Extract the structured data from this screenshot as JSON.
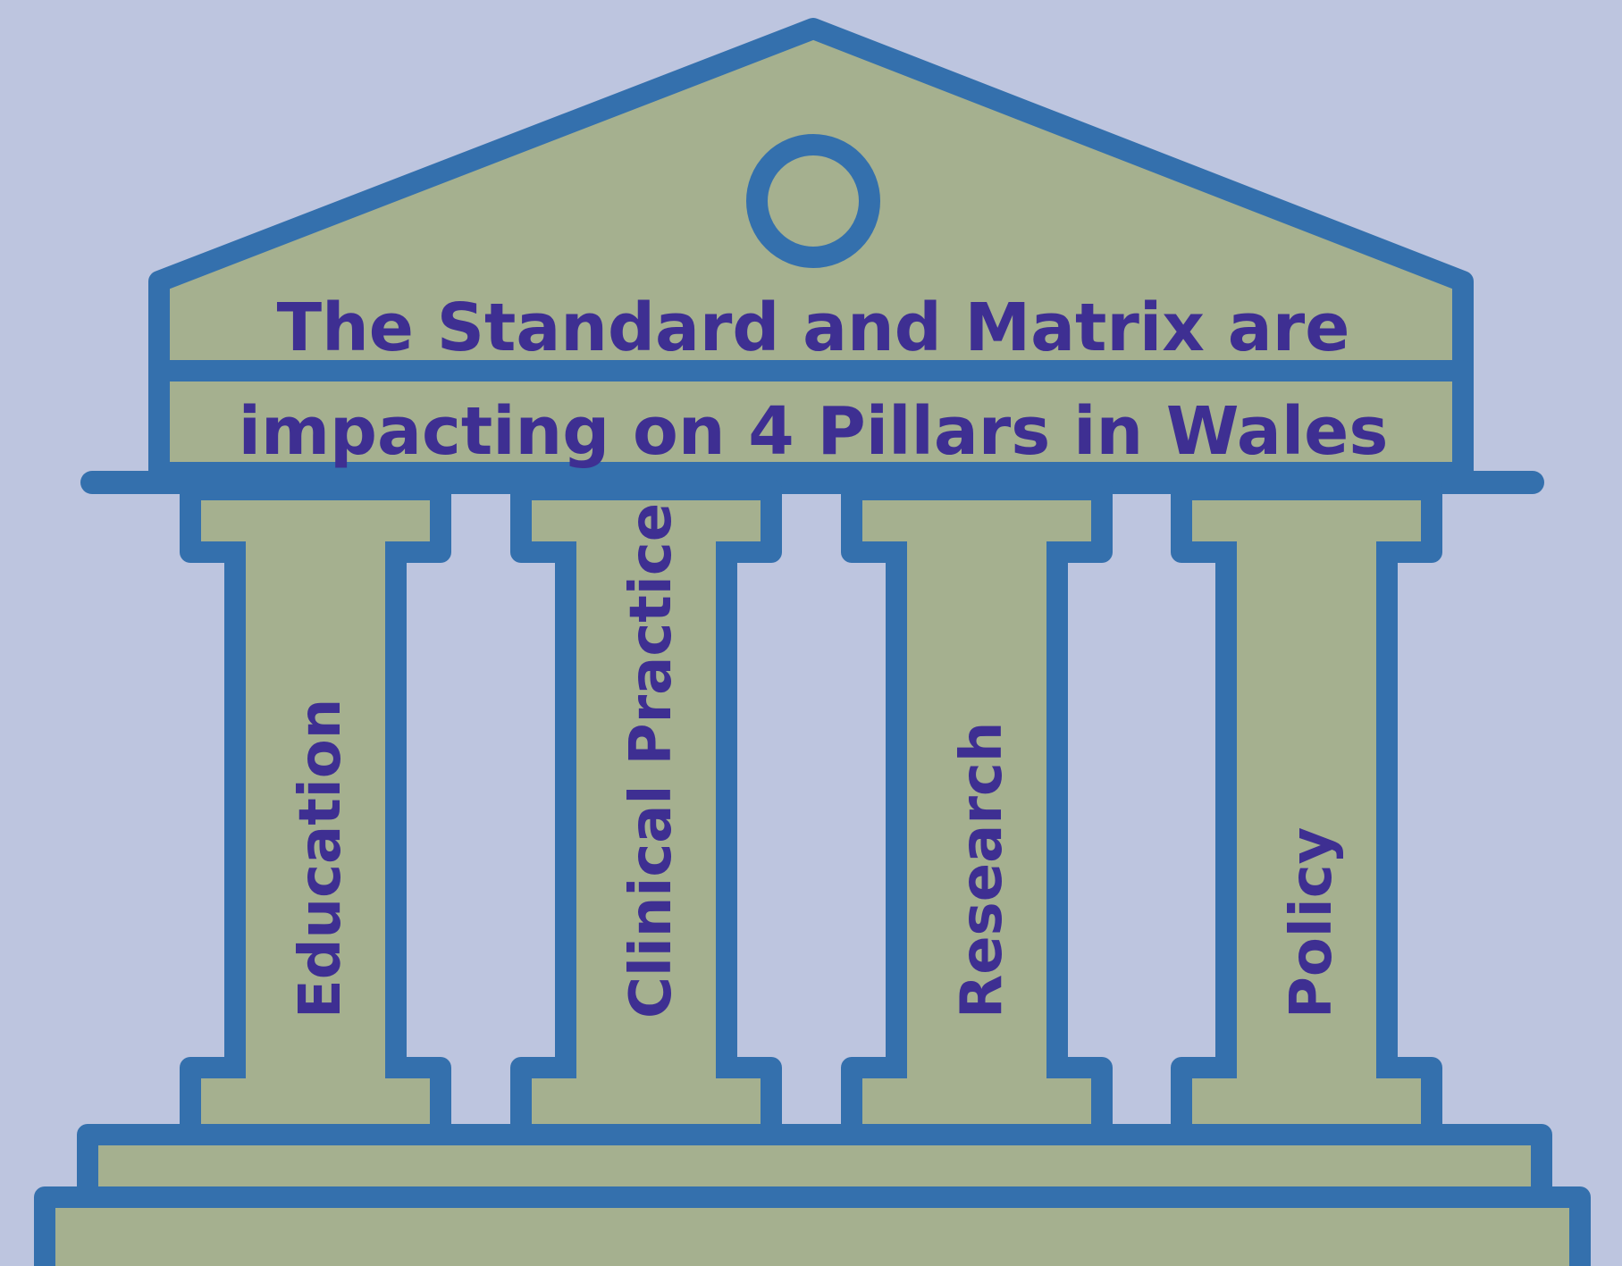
{
  "title": {
    "line1": "The Standard and Matrix are",
    "line2": "impacting on 4 Pillars in Wales"
  },
  "pillars": [
    {
      "label": "Education"
    },
    {
      "label": "Clinical Practice"
    },
    {
      "label": "Research"
    },
    {
      "label": "Policy"
    }
  ],
  "colors": {
    "background": "#bdc5df",
    "fill": "#a5b08f",
    "stroke": "#3470ad",
    "text": "#3e2f92"
  }
}
